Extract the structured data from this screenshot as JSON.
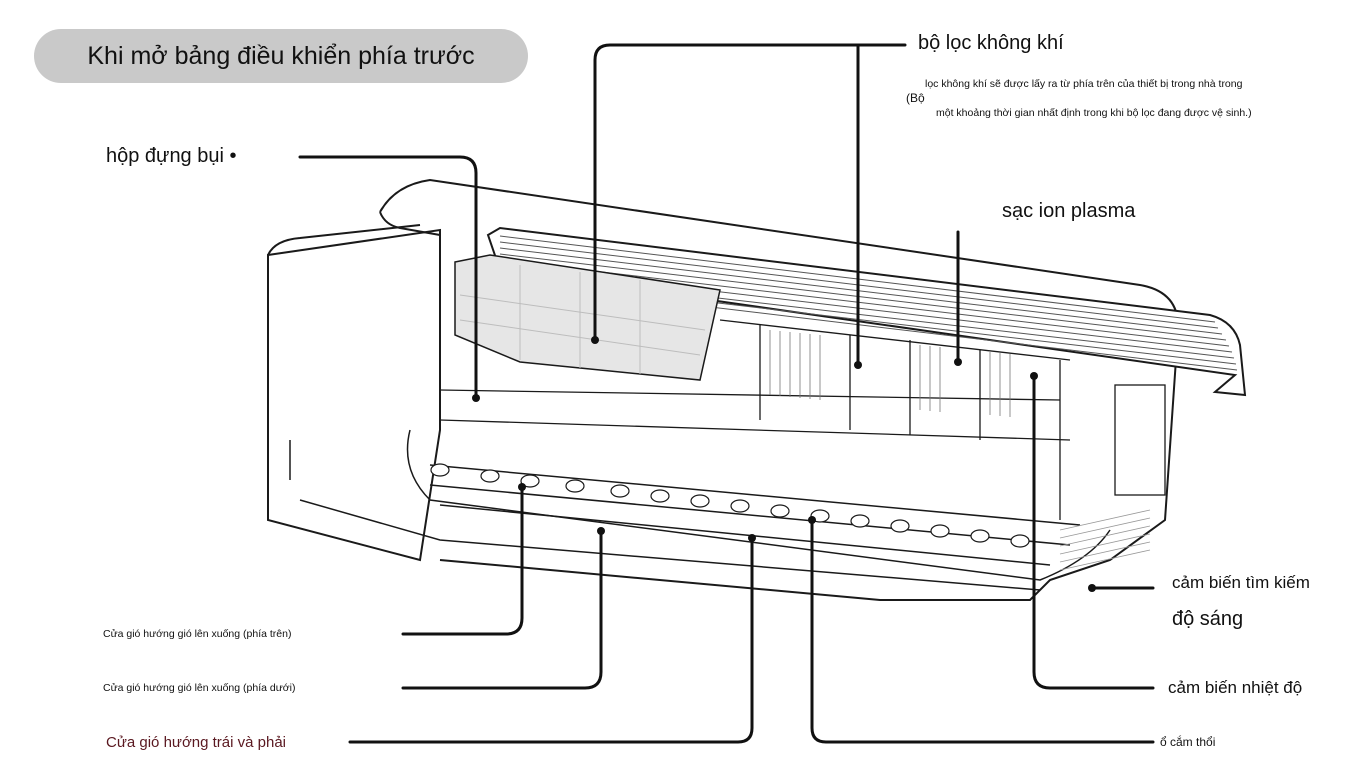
{
  "title": "Khi mở bảng điều khiển phía trước",
  "labels": {
    "air_filter": "bộ lọc không khí",
    "filter_note_prefix": "(Bộ",
    "filter_note_line1": "lọc không khí sẽ được lấy ra từ phía trên của thiết bị trong nhà trong",
    "filter_note_line2": "một khoảng thời gian nhất định trong khi bộ lọc đang được vệ sinh.)",
    "dust_box": "hộp đựng bụi •",
    "plasma_ion": "sạc ion plasma",
    "brightness_sensor_line1": "cảm biến tìm kiếm",
    "brightness_sensor_line2": "độ sáng",
    "temperature_sensor": "cảm biến nhiệt độ",
    "outlet": "ổ cắm thổi",
    "louver_upper": "Cửa gió hướng gió lên xuống (phía trên)",
    "louver_lower": "Cửa gió hướng gió lên xuống (phía dưới)",
    "louver_left_right": "Cửa gió hướng trái và phải"
  }
}
